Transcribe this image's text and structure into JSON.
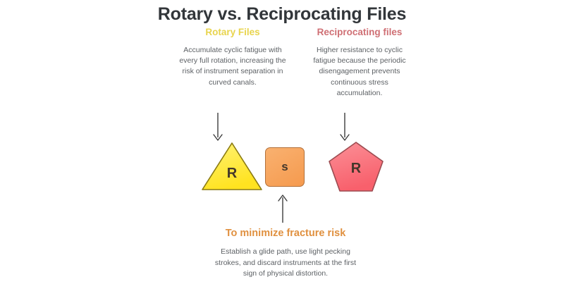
{
  "title": "Rotary vs. Reciprocating Files",
  "columns": {
    "left": {
      "heading": "Rotary Files",
      "heading_color": "#e8d44d",
      "body": "Accumulate cyclic fatigue with every full rotation, increasing the risk of instrument separation in curved canals.",
      "arrow": "arrow-down-icon"
    },
    "right": {
      "heading": "Reciprocating files",
      "heading_color": "#cf6f74",
      "body": "Higher resistance to cyclic fatigue because the periodic disengagement prevents continuous stress accumulation.",
      "arrow": "arrow-down-icon"
    }
  },
  "shapes": [
    {
      "name": "triangle",
      "letter": "R",
      "fill": "#ffe93a",
      "stroke": "#8a7a12"
    },
    {
      "name": "square",
      "letter": "s",
      "fill": "#f59a4e",
      "stroke": "#b2703a"
    },
    {
      "name": "pentagon",
      "letter": "R",
      "fill": "#f9707a",
      "stroke": "#9c4b50"
    }
  ],
  "bottom": {
    "heading": "To minimize fracture risk",
    "heading_color": "#e0903f",
    "body": "Establish a glide path, use light pecking strokes, and discard instruments at the first sign of physical distortion.",
    "arrow": "arrow-up-icon"
  },
  "arrow_color": "#3c3c3c",
  "background": "#ffffff"
}
